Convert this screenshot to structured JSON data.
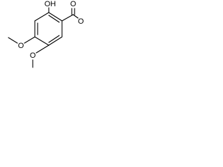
{
  "molecule": {
    "atoms": {
      "hydroxyl": "OH",
      "carbonyl_oxygen": "O",
      "ester_oxygen": "O",
      "methoxy_top_oxygen": "O",
      "methoxy_bottom_oxygen": "O"
    }
  }
}
